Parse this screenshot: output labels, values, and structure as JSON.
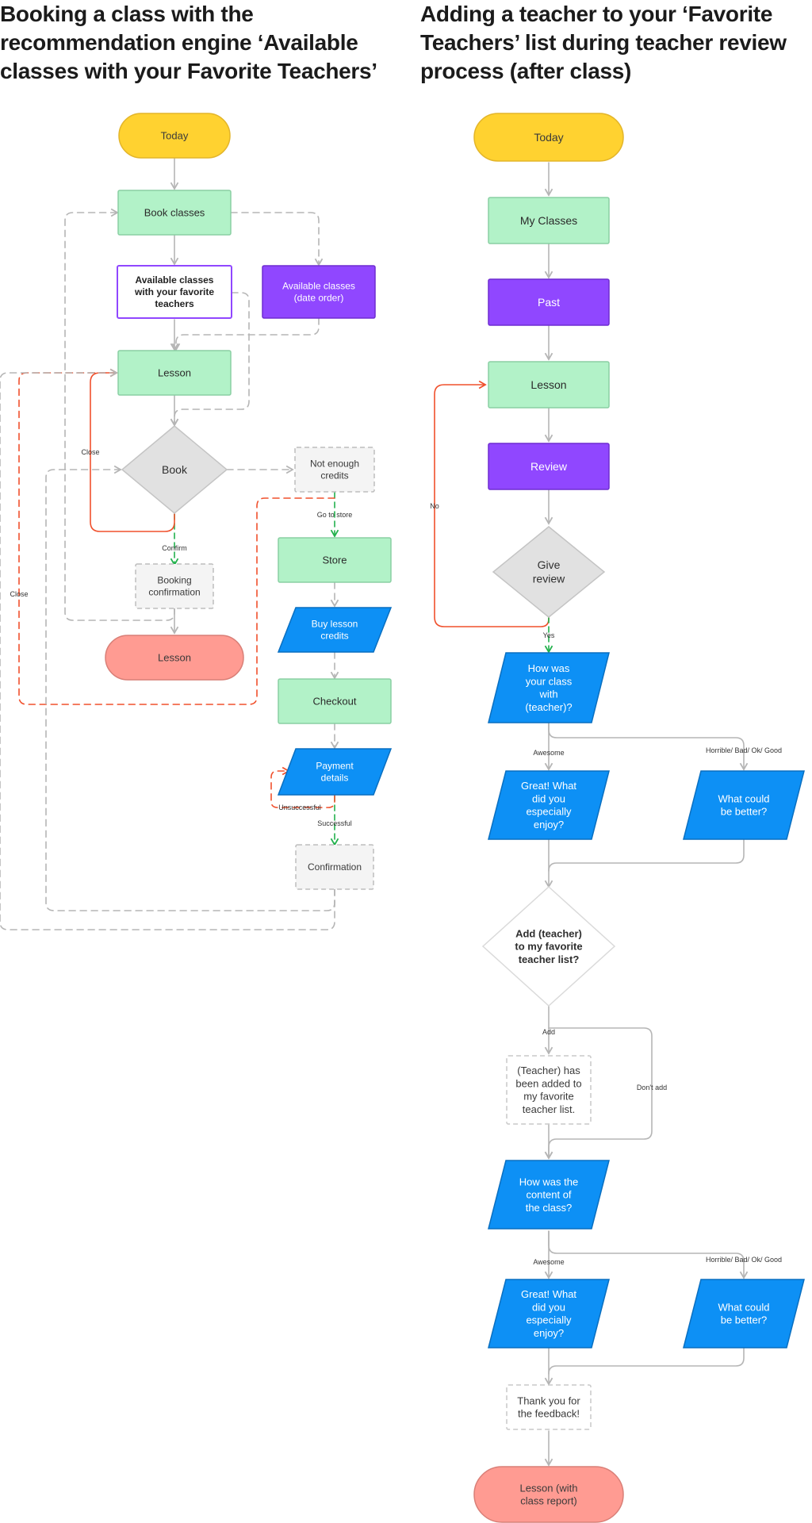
{
  "left_title": "Booking a class with the recommendation engine ‘Available classes with your Favorite Teachers’",
  "right_title": "Adding a teacher to your ‘Favorite Teachers’ list during teacher review process (after class)",
  "colors": {
    "terminal_start": "#FFD230",
    "terminal_end": "#FF9B92",
    "process_green": "#B2F2C8",
    "process_purple": "#9047FF",
    "input_blue": "#0D90F5",
    "decision_gray": "#E1E1E1",
    "note_gray": "#F4F4F4",
    "connector_gray": "#B5B5B5",
    "connector_green": "#22B14C",
    "connector_red": "#F0502C"
  },
  "left_flow": {
    "nodes": {
      "today": "Today",
      "book_classes": "Book classes",
      "available_fav": "Available classes with your favorite teachers",
      "available_date": "Available classes (date order)",
      "lesson": "Lesson",
      "book": "Book",
      "not_enough_credits": "Not enough credits",
      "store": "Store",
      "buy_credits": "Buy lesson credits",
      "booking_confirmation": "Booking confirmation",
      "lesson_end": "Lesson",
      "checkout": "Checkout",
      "payment_details": "Payment details",
      "confirmation": "Confirmation"
    },
    "edge_labels": {
      "close_inner": "Close",
      "close_outer": "Close",
      "confirm": "Confirm",
      "go_to_store": "Go to store",
      "unsuccessful": "Unsuccessful",
      "successful": "Successful"
    }
  },
  "right_flow": {
    "nodes": {
      "today": "Today",
      "my_classes": "My Classes",
      "past": "Past",
      "lesson": "Lesson",
      "review": "Review",
      "give_review": "Give review",
      "how_was_class": "How was your class with (teacher)?",
      "great_1": "Great! What did you especially enjoy?",
      "better_1": "What could be better?",
      "add_teacher": "Add (teacher) to my favorite teacher list?",
      "teacher_added": "(Teacher) has been added to my favorite teacher list.",
      "how_was_content": "How was the content of the class?",
      "great_2": "Great! What did you especially enjoy?",
      "better_2": "What could be better?",
      "thank_you": "Thank you for the feedback!",
      "lesson_report": "Lesson (with class report)"
    },
    "edge_labels": {
      "no": "No",
      "yes": "Yes",
      "awesome_1": "Awesome",
      "ratings_1": "Horrible/ Bad/ Ok/ Good",
      "add": "Add",
      "dont_add": "Don't add",
      "awesome_2": "Awesome",
      "ratings_2": "Horrible/ Bad/ Ok/ Good"
    }
  }
}
